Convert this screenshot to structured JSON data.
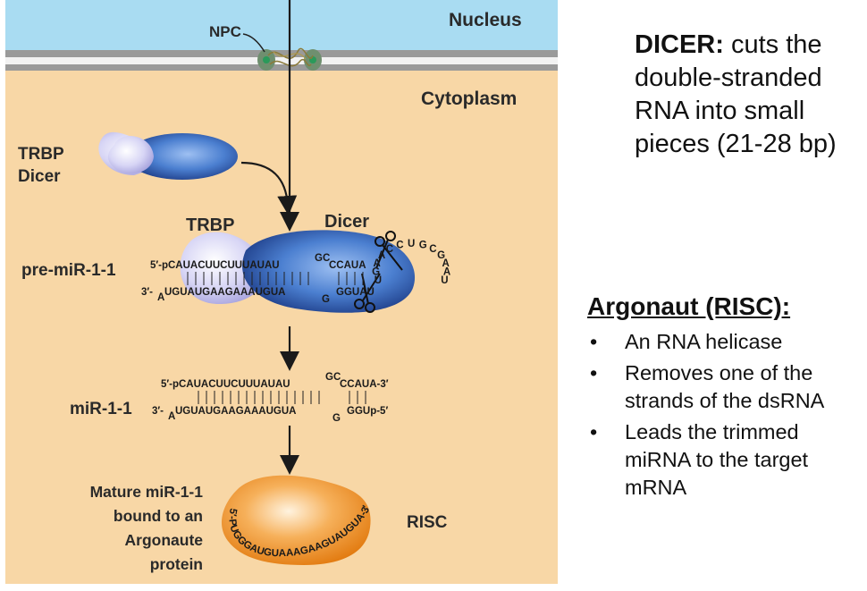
{
  "figure": {
    "nucleus_label": "Nucleus",
    "npc_label": "NPC",
    "cytoplasm_label": "Cytoplasm",
    "trbp_dicer_label_line1": "TRBP",
    "trbp_dicer_label_line2": "Dicer",
    "trbp_label": "TRBP",
    "dicer_label": "Dicer",
    "pre_mir_label": "pre-miR-1-1",
    "pre_top_prefix": "5′-pCAUACUUCUUUAUAU",
    "pre_top_bulge": "GC",
    "pre_top_rest": "CCAUA",
    "pre_loop": "UGAACCUGCGAAU",
    "pre_bottom_prefix": "3′-",
    "pre_bottom_a": "A",
    "pre_bottom_main": "UGUAUGAAGAAAUGUA",
    "pre_bottom_g": "G",
    "pre_bottom_rest": "GGUAU",
    "mir_label": "miR-1-1",
    "mir_top_prefix": "5′-pCAUACUUCUUUAUAU",
    "mir_top_bulge": "GC",
    "mir_top_rest": "CCAUA-3′",
    "mir_bottom_prefix": "3′-",
    "mir_bottom_a": "A",
    "mir_bottom_main": "UGUAUGAAGAAAUGUA",
    "mir_bottom_g": "G",
    "mir_bottom_rest": "GGUp-5′",
    "mature_label_line1": "Mature miR-1-1",
    "mature_label_line2": "bound to an",
    "mature_label_line3": "Argonaute",
    "mature_label_line4": "protein",
    "risc_label": "RISC",
    "risc_seq": "5′-PUGGGAUGUAAAGAAGUAUGUA-3′"
  },
  "dicer_note": {
    "bold": "DICER:",
    "text": "cuts the double-stranded RNA into small pieces (21-28 bp)"
  },
  "argonaut": {
    "title": "Argonaut (RISC):",
    "bullet": "•",
    "items": [
      "An RNA helicase",
      "Removes one of the strands of the dsRNA",
      "Leads the trimmed miRNA to the target mRNA"
    ]
  },
  "colors": {
    "nucleus_bg": "#a9dcf2",
    "cytoplasm_bg": "#f8d7a6",
    "membrane": "#9a9a9a",
    "dicer_blue": "#3a6fc4",
    "trbp_lavender": "#c8c6ef",
    "risc_orange": "#f39a2d"
  }
}
